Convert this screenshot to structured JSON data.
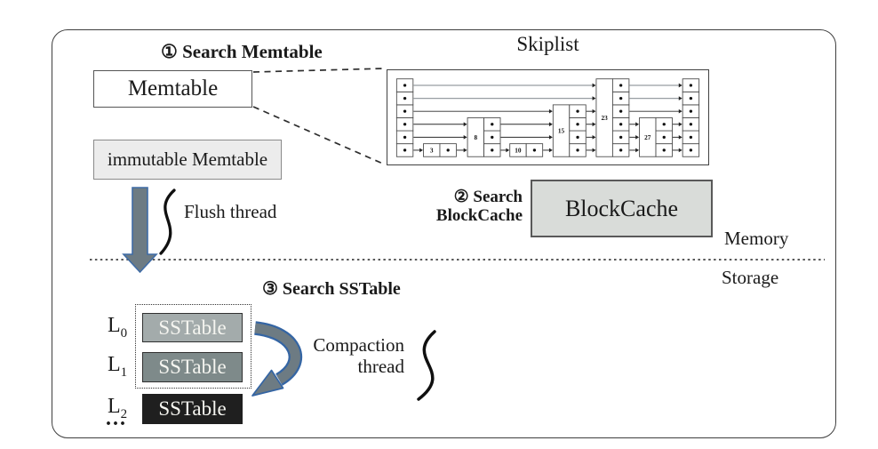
{
  "step1": {
    "label": "① Search Memtable"
  },
  "memtable": {
    "label": "Memtable"
  },
  "immutable_memtable": {
    "label": "immutable Memtable"
  },
  "flush": {
    "label": "Flush thread"
  },
  "skiplist": {
    "title": "Skiplist",
    "head_levels": 6,
    "node_values": [
      "3",
      "8",
      "10",
      "15",
      "23",
      "27"
    ],
    "node_levels": [
      1,
      3,
      1,
      4,
      6,
      3
    ]
  },
  "step2": {
    "line1": "② Search",
    "line2": "BlockCache"
  },
  "blockcache": {
    "label": "BlockCache"
  },
  "regions": {
    "memory": "Memory",
    "storage": "Storage"
  },
  "step3": {
    "label": "③ Search SSTable"
  },
  "sstables": {
    "rows": [
      {
        "level_base": "L",
        "level_sub": "0",
        "label": "SSTable",
        "fill": "#a3abab"
      },
      {
        "level_base": "L",
        "level_sub": "1",
        "label": "SSTable",
        "fill": "#7e8a8a"
      },
      {
        "level_base": "L",
        "level_sub": "2",
        "label": "SSTable",
        "fill": "#1f1f1f"
      }
    ],
    "ellipsis": "..."
  },
  "compaction": {
    "line1": "Compaction",
    "line2": "thread"
  },
  "colors": {
    "flush_arrow_fill": "#6d7b83",
    "flush_arrow_stroke": "#3f6ca6",
    "compaction_arrow_fill": "#6d7b83",
    "compaction_arrow_stroke": "#3465a4",
    "blockcache_fill": "#d9dcd9",
    "immutable_fill": "#ececec",
    "frame_border": "#3f3f3f"
  }
}
